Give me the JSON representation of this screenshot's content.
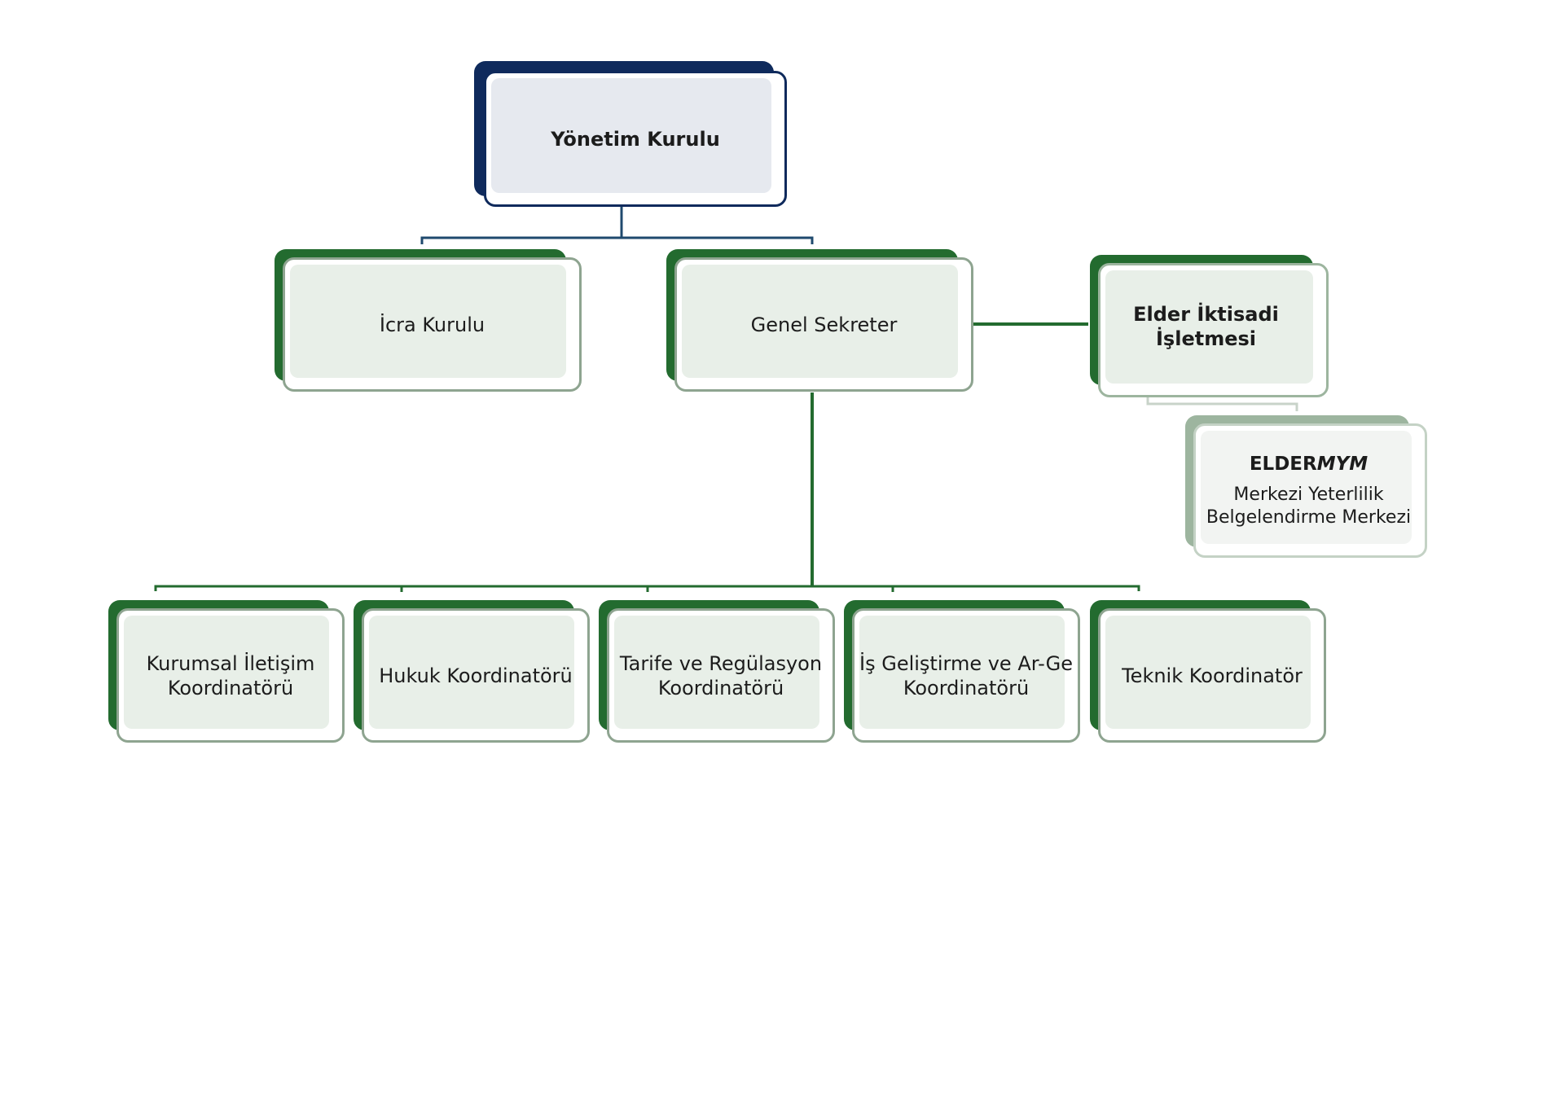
{
  "top": {
    "label": "Yönetim Kurulu"
  },
  "level2": [
    {
      "label": "İcra Kurulu"
    },
    {
      "label": "Genel Sekreter"
    }
  ],
  "enterprise": {
    "label": "Elder İktisadi İşletmesi"
  },
  "center": {
    "title_plain": "ELDER",
    "title_italic": "MYM",
    "subtitle": "Merkezi Yeterlilik Belgelendirme Merkezi"
  },
  "coordinators": [
    {
      "label": "Kurumsal İletişim Koordinatörü"
    },
    {
      "label": "Hukuk Koordinatörü"
    },
    {
      "label": "Tarife ve Regülasyon Koordinatörü"
    },
    {
      "label": "İş Geliştirme ve Ar-Ge Koordinatörü"
    },
    {
      "label": "Teknik Koordinatör"
    }
  ],
  "colors": {
    "navy": "#0f2a5c",
    "navy_fill": "#e6e9ef",
    "green": "#236b2f",
    "green_fill": "#e8efe8",
    "light_green": "#9db59f",
    "pale_fill": "#f2f4f2",
    "connector_blue": "#1f4a6e"
  }
}
